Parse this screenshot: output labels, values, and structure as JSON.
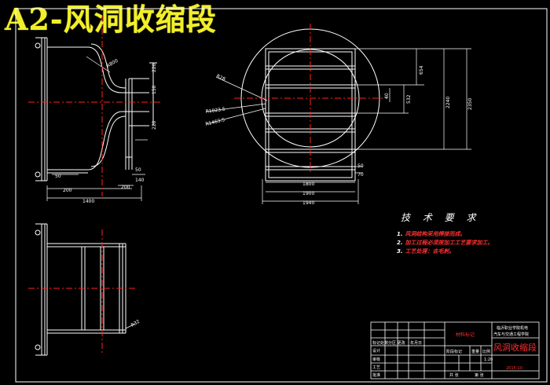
{
  "title": "A2-风洞收缩段",
  "tech": {
    "heading": "技 术 要 求",
    "notes": [
      {
        "num": "1.",
        "text": "风洞结构采用焊接而成。"
      },
      {
        "num": "2.",
        "text": "加工过程必须按加工工艺要求加工。"
      },
      {
        "num": "3.",
        "text": "工艺处理：去毛刺。"
      }
    ]
  },
  "dims": {
    "left": {
      "r": "R800",
      "d1": "220",
      "d2": "150",
      "d3": "220",
      "d4": "50",
      "d5": "140",
      "d6": "50",
      "d7": "200",
      "d8": "200",
      "w": "1400"
    },
    "right": {
      "h1": "654",
      "h2": "532",
      "h3": "40",
      "h4": "2240",
      "h5": "2350",
      "h6": "50",
      "h7": "70",
      "w1": "1800",
      "w2": "1900",
      "w3": "1940",
      "r1": "R28",
      "r2": "R1023.5",
      "r3": "R1463.5"
    },
    "bottom": {
      "r": "R32"
    }
  },
  "title_block": {
    "school": "临沂职业学院机电",
    "org": "汽车与交通工程学院",
    "stamp": "材料标记",
    "name": "风洞收缩段",
    "code": "2015-10",
    "row_labels": [
      "标记处数分区 更改",
      "设计",
      "审核",
      "工艺",
      "批准"
    ],
    "small": [
      "年月日",
      "阶段标记",
      "重量",
      "比例",
      "共 张",
      "第 张"
    ],
    "scale": "1:20"
  },
  "colors": {
    "line": "#ffffff",
    "center": "#ff2020",
    "title": "#f2ef2a",
    "note": "#ff3030"
  }
}
